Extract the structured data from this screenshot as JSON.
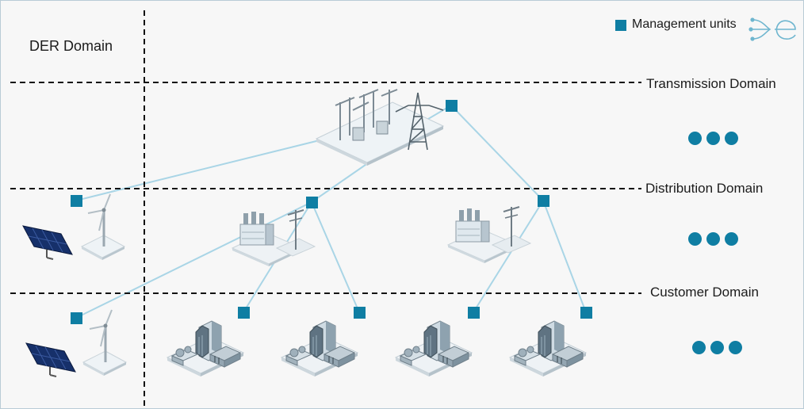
{
  "domains": {
    "der": "DER Domain",
    "transmission": "Transmission Domain",
    "distribution": "Distribution Domain",
    "customer": "Customer Domain"
  },
  "legend": {
    "label": "Management units",
    "color": "#0f7ea3"
  },
  "icons": {
    "logo": "logo-icon",
    "substation": "transmission-substation-icon",
    "transformer": "distribution-transformer-icon",
    "solar": "solar-panel-icon",
    "wind": "wind-turbine-icon",
    "building": "customer-building-icon",
    "more": "ellipsis-icon"
  },
  "colors": {
    "unit": "#0f7ea3",
    "link": "#a9d5e6",
    "divider": "#111111"
  }
}
